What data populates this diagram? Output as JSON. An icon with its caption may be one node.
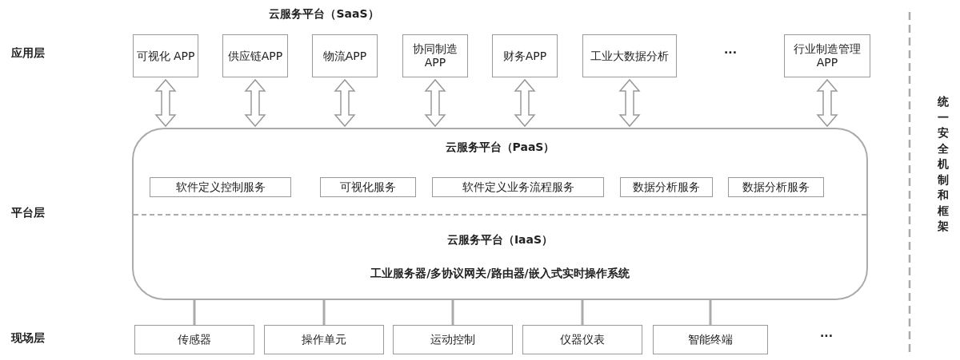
{
  "diagram": {
    "nodes": [
      {
        "text": [
          "可视化 APP"
        ]
      },
      {
        "text": [
          "供应链APP"
        ]
      },
      {
        "text": [
          "物流APP"
        ]
      },
      {
        "text": [
          "协同制造 APP"
        ]
      },
      {
        "text": [
          "财务APP"
        ]
      },
      {
        "text": [
          "工业大数据分析"
        ]
      },
      {
        "text": [
          "行业制造管理 APP"
        ]
      },
      {
        "text": [
          "云服务平台（PaaS）",
          "云服务平台（IaaS）",
          "工业服务器/多协议网关/路由器/嵌入式实时操作系统"
        ]
      },
      {
        "text": [
          "软件定义控制服务"
        ],
        "in": 7
      },
      {
        "text": [
          "可视化服务"
        ],
        "in": 7
      },
      {
        "text": [
          "软件定义业务流程服务"
        ],
        "in": 7
      },
      {
        "text": [
          "数据分析服务"
        ],
        "in": 7
      },
      {
        "text": [
          "数据分析服务"
        ],
        "in": 7
      },
      {
        "text": [
          "传感器"
        ]
      },
      {
        "text": [
          "操作单元"
        ]
      },
      {
        "text": [
          "运动控制"
        ]
      },
      {
        "text": [
          "仪器仪表"
        ]
      },
      {
        "text": [
          "智能终端"
        ]
      }
    ],
    "edges": [
      {
        "from": 0,
        "to": 7,
        "arrow": "both"
      },
      {
        "from": 1,
        "to": 7,
        "arrow": "both"
      },
      {
        "from": 2,
        "to": 7,
        "arrow": "both"
      },
      {
        "from": 3,
        "to": 7,
        "arrow": "both"
      },
      {
        "from": 4,
        "to": 7,
        "arrow": "both"
      },
      {
        "from": 5,
        "to": 7,
        "arrow": "both"
      },
      {
        "from": 6,
        "to": 7,
        "arrow": "both"
      },
      {
        "from": 7,
        "to": 13,
        "arrow": "none"
      },
      {
        "from": 7,
        "to": 14,
        "arrow": "none"
      },
      {
        "from": 7,
        "to": 15,
        "arrow": "none"
      },
      {
        "from": 7,
        "to": 16,
        "arrow": "none"
      },
      {
        "from": 7,
        "to": 17,
        "arrow": "none"
      }
    ],
    "labels": [
      "云服务平台（SaaS）",
      "应用层",
      "···",
      "平台层",
      "现场层",
      "···",
      "统一安全机制和框架"
    ]
  }
}
